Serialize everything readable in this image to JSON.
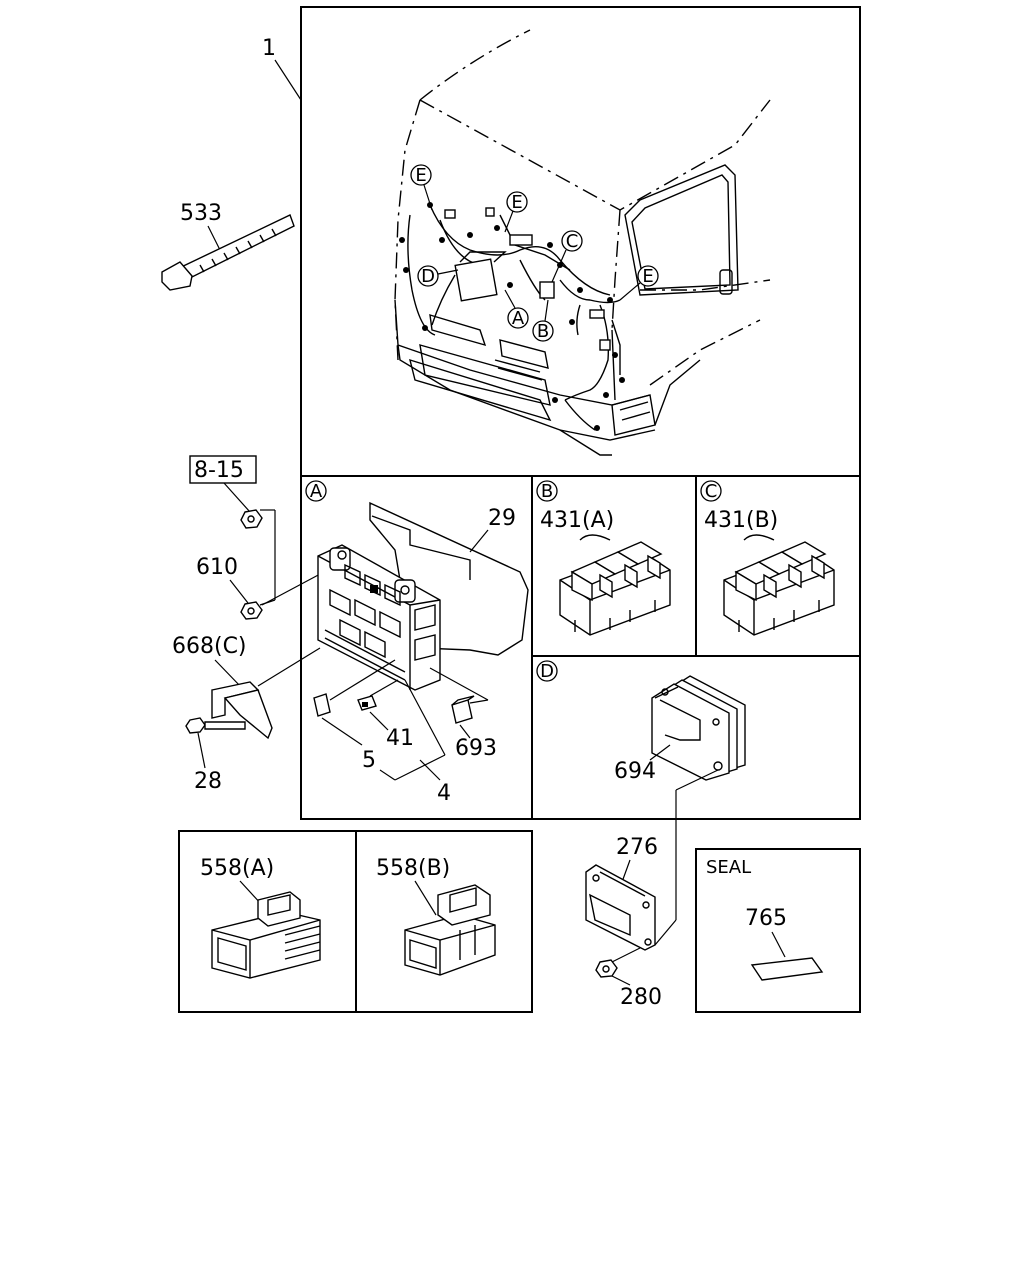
{
  "parts": {
    "p1": "1",
    "p533": "533",
    "p8_15": "8-15",
    "p610": "610",
    "p668c": "668(C)",
    "p28": "28",
    "p29": "29",
    "p5": "5",
    "p41": "41",
    "p4": "4",
    "p693": "693",
    "p431a": "431(A)",
    "p431b": "431(B)",
    "p694": "694",
    "p276": "276",
    "p280": "280",
    "p558a": "558(A)",
    "p558b": "558(B)",
    "p765": "765"
  },
  "panel_labels": {
    "a": "A",
    "b": "B",
    "c": "C",
    "d": "D",
    "e": "E",
    "seal": "SEAL"
  }
}
